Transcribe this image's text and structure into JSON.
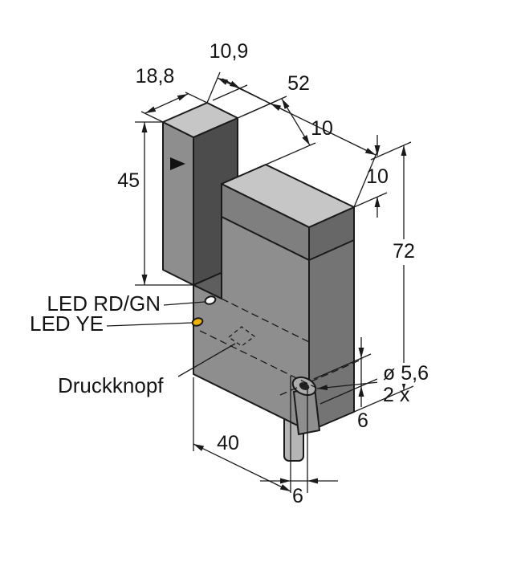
{
  "dimensions": {
    "arm_thickness": "10,9",
    "housing_width": "18,8",
    "housing_depth": "52",
    "slot_width": "10",
    "top_step": "10",
    "slot_depth": "45",
    "housing_height": "72",
    "hole_distance": "40",
    "hole_spacing": "6",
    "hole_edge_offset": "6",
    "hole_diameter": "ø 5,6",
    "hole_count": "2 x"
  },
  "labels": {
    "led_red_green": "LED RD/GN",
    "led_yellow": "LED YE",
    "push_button": "Druckknopf"
  },
  "colors": {
    "face_left": "#8e8e8e",
    "face_right": "#747474",
    "face_top": "#c6c6c6",
    "band_left": "#7f7f7f",
    "band_right": "#676767",
    "slot_wall": "#4c4c4c",
    "slot_bottom": "#5e5e5e",
    "cable": "#b5b5b5",
    "washer": "#adadad",
    "hole": "#222222",
    "led_white": "#ffffff",
    "led_yellow": "#f0b400",
    "line": "#1a1a1a"
  }
}
